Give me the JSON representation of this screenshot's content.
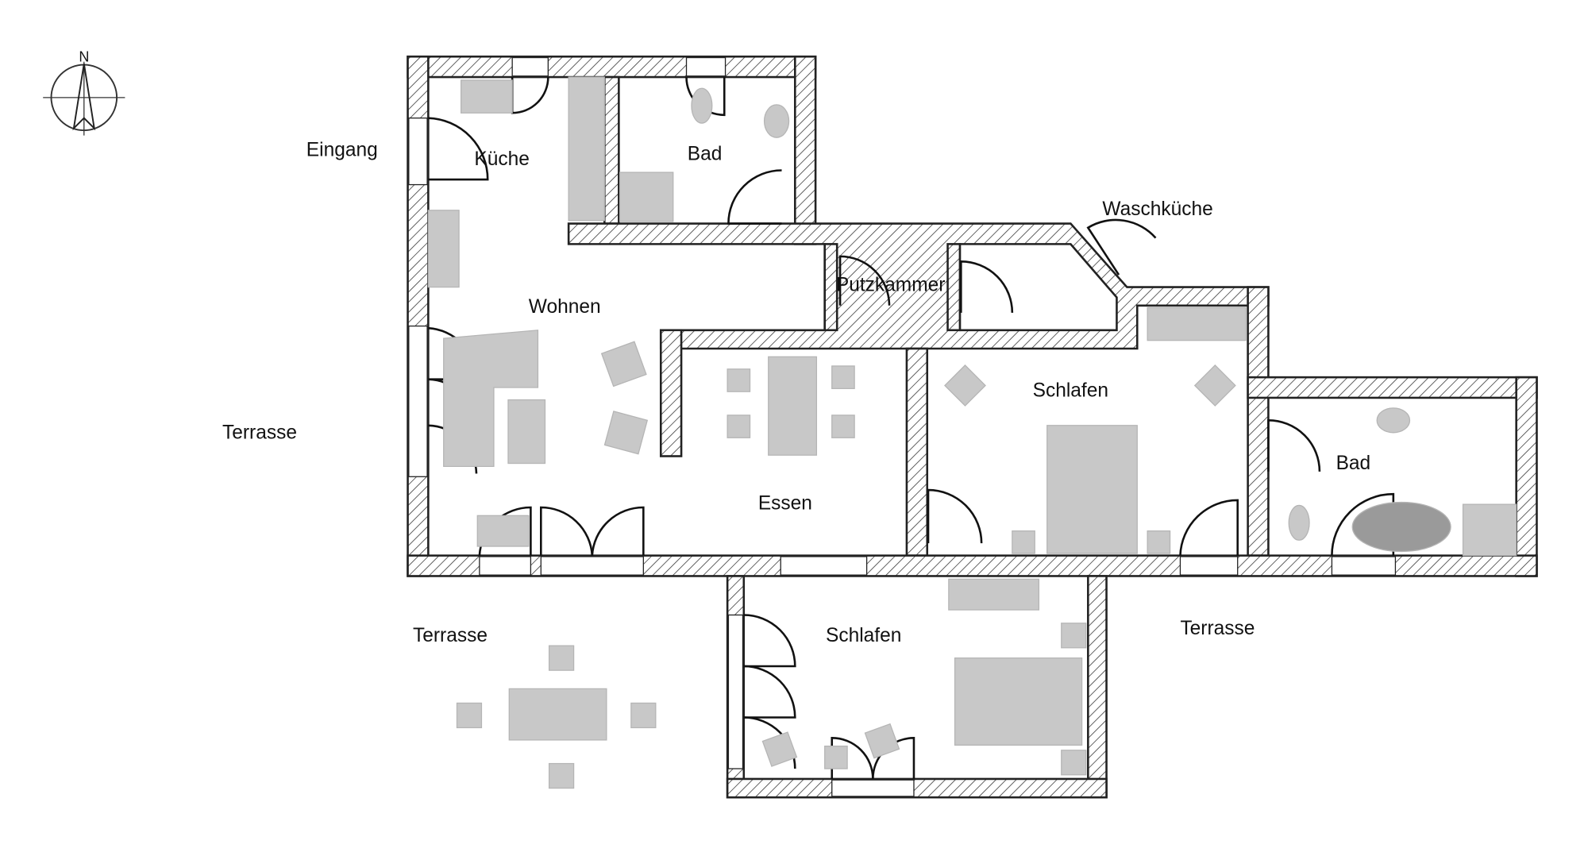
{
  "compass": {
    "north_label": "N"
  },
  "rooms": {
    "eingang": "Eingang",
    "kueche": "Küche",
    "bad_top": "Bad",
    "waschkueche": "Waschküche",
    "putzkammer": "Putzkammer",
    "wohnen": "Wohnen",
    "essen": "Essen",
    "schlafen_main": "Schlafen",
    "bad_right": "Bad",
    "schlafen_lower": "Schlafen",
    "terrasse_west": "Terrasse",
    "terrasse_south": "Terrasse",
    "terrasse_east": "Terrasse"
  },
  "colors": {
    "wall_outline": "#222222",
    "furniture": "#c8c8c8"
  }
}
